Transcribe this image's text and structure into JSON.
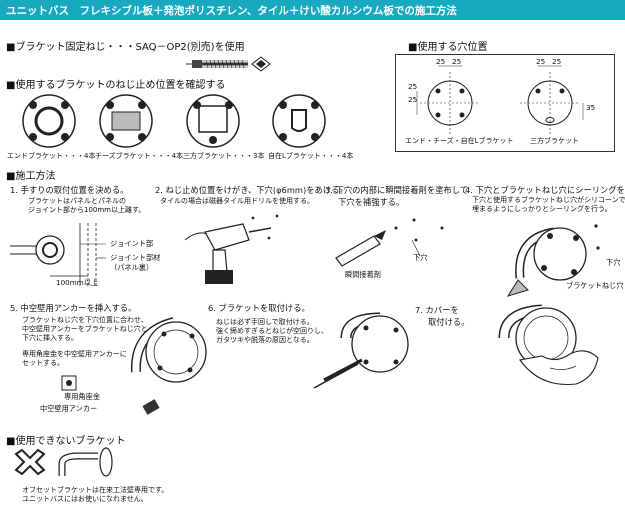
{
  "title": "ユニットバス　フレキシブル板＋発泡ポリスチレン、タイル＋けい酸カルシウム板での施工方法",
  "screw": {
    "text": "■ブラケット固定ねじ・・・SAQ－OP2(別売)を使用"
  },
  "holes": {
    "title": "■使用する穴位置",
    "dim_25": "25",
    "dim_35": "35",
    "caption_left": "エンド・チーズ・自在Lブラケット",
    "caption_right": "三方ブラケット"
  },
  "screw_pos": {
    "title": "■使用するブラケットのねじ止め位置を確認する",
    "brackets": [
      "エンドブラケット・・・4本",
      "チーズブラケット・・・4本",
      "三方ブラケット・・・3本",
      "自在Lブラケット・・・4本"
    ]
  },
  "method": {
    "title": "■施工方法",
    "step1": {
      "heading": "1. 手すりの取付位置を決める。",
      "note_1": "ブラケットはパネルとパネルの",
      "note_2": "ジョイント部から100mm以上離す。",
      "label_joint": "ジョイント部",
      "label_member_1": "ジョイント部材",
      "label_member_2": "（パネル裏）",
      "label_dist": "100mm以上"
    },
    "step2": {
      "heading": "2. ねじ止め位置をけがき、下穴(φ6mm)をあける。",
      "note": "タイルの場合は磁器タイル用ドリルを使用する。"
    },
    "step3": {
      "heading_1": "3. 下穴の内部に瞬間接着剤を塗布して",
      "heading_2": "下穴を補強する。",
      "label_glue": "瞬間接着剤",
      "label_hole": "下穴"
    },
    "step4": {
      "heading": "4. 下穴とブラケットねじ穴にシーリングを行う。",
      "note_1": "下穴と使用するブラケットねじ穴がシリコーンで",
      "note_2": "埋まるようにしっかりとシーリングを行う。",
      "label_hole": "下穴",
      "label_bracket_hole": "ブラケットねじ穴"
    },
    "step5": {
      "heading": "5. 中空壁用アンカーを挿入する。",
      "note_1": "ブラケットねじ穴を下穴位置に合わせ、",
      "note_2": "中空壁用アンカーをブラケットねじ穴と",
      "note_3": "下穴に挿入する。",
      "note_4": "専用角座金を中空壁用アンカーに",
      "note_5": "セットする。",
      "label_washer": "専用角座金",
      "label_anchor": "中空壁用アンカー"
    },
    "step6": {
      "heading": "6. ブラケットを取付ける。",
      "note_1": "ねじは必ず手回しで取付ける。",
      "note_2": "強く締めすぎるとねじが空回りし、",
      "note_3": "ガタツキや脱落の原因となる。"
    },
    "step7": {
      "heading_1": "7. カバーを",
      "heading_2": "取付ける。"
    }
  },
  "unusable": {
    "title": "■使用できないブラケット",
    "note_1": "オフセットブラケットは在来工法壁専用です。",
    "note_2": "ユニットバスにはお使いになれません。"
  },
  "colors": {
    "title_bg": "#18a8bf",
    "title_text": "#ffffff"
  }
}
